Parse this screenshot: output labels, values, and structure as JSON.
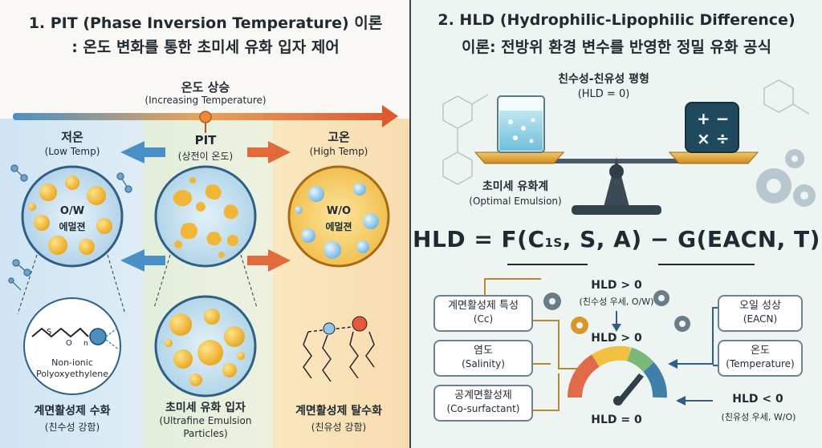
{
  "left": {
    "title1": "1. PIT (Phase Inversion Temperature) 이론",
    "title2": ": 온도 변화를 통한 초미세 유화 입자 제어",
    "temp_rise_ko": "온도 상승",
    "temp_rise_en": "(Increasing Temperature)",
    "low_ko": "저온",
    "low_en": "(Low Temp)",
    "pit_ko": "PIT",
    "pit_en": "(상전이 온도)",
    "high_ko": "고온",
    "high_en": "(High Temp)",
    "ow_line1": "O/W",
    "ow_line2": "에멀젼",
    "wo_line1": "W/O",
    "wo_line2": "에멀젼",
    "nonionic_line1": "Non-ionic",
    "nonionic_line2": "Polyoxyethylene",
    "hydration_ko": "계면활성제 수화",
    "hydration_sub": "(친수성 강함)",
    "ultrafine_ko": "초미세 유화 입자",
    "ultrafine_en1": "(Ultrafine Emulsion",
    "ultrafine_en2": "Particles)",
    "dehydration_ko": "계면활성제 탈수화",
    "dehydration_sub": "(친유성 강함)"
  },
  "right": {
    "title1": "2. HLD (Hydrophilic-Lipophilic Difference)",
    "title2": "이론: 전방위 환경 변수를 반영한 정밀 유화 공식",
    "balance_ko": "친수성-친유성 평형",
    "balance_val": "(HLD = 0)",
    "optimal_ko": "초미세 유화계",
    "optimal_en": "(Optimal Emulsion)",
    "formula_prefix": "HLD = F(C",
    "formula_sub": "1S",
    "formula_suffix": ", S, A) − G(EACN, T)",
    "hld_pos_label": "HLD > 0",
    "hld_pos_desc": "(친수성 우세, O/W)",
    "gauge_top_label": "HLD > 0",
    "hld_neg_label": "HLD < 0",
    "hld_neg_desc": "(친유성 우세, W/O)",
    "hld_zero_label": "HLD = 0",
    "box_cc_ko": "계면활성제 특성",
    "box_cc_en": "(Cc)",
    "box_sal_ko": "염도",
    "box_sal_en": "(Salinity)",
    "box_co_ko": "공계면활성제",
    "box_co_en": "(Co-surfactant)",
    "box_eacn_ko": "오일 성상",
    "box_eacn_en": "(EACN)",
    "box_temp_ko": "온도",
    "box_temp_en": "(Temperature)",
    "calc_icon": "+ −\n× ÷"
  },
  "colors": {
    "cold": "#4a90c8",
    "warm": "#e06a3a",
    "oil": "#f2b636",
    "water": "#8fc9ea",
    "gauge_red": "#e06a4a",
    "gauge_yellow": "#f2c040",
    "gauge_green": "#7ab87a",
    "gauge_blue": "#3f7fa8"
  }
}
